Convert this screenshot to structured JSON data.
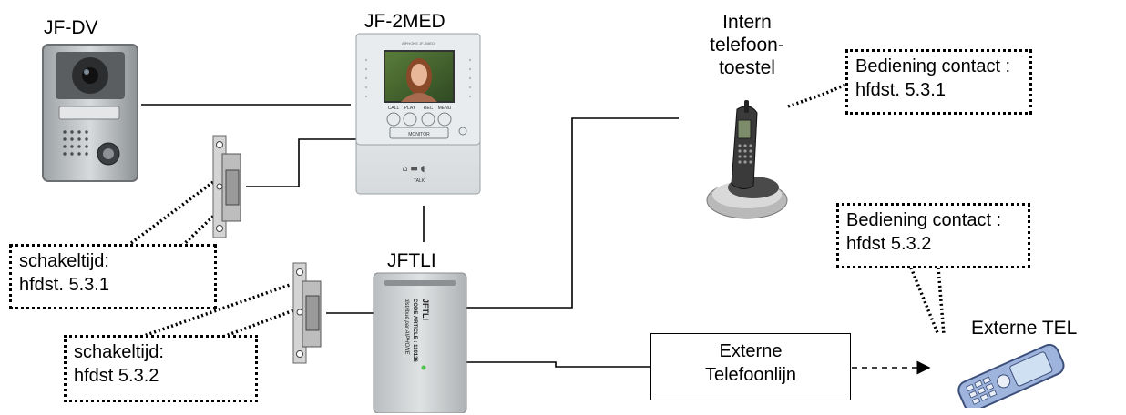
{
  "labels": {
    "jf_dv": "JF-DV",
    "jf_2med": "JF-2MED",
    "intern_line1": "Intern",
    "intern_line2": "telefoon-",
    "intern_line3": "toestel",
    "jftli": "JFTLI",
    "externe_tel": "Externe TEL"
  },
  "callouts": {
    "bediening_intern": {
      "line1": "Bediening contact :",
      "line2": "hfdst. 5.3.1"
    },
    "bediening_extern": {
      "line1": "Bediening contact :",
      "line2": "hfdst 5.3.2"
    },
    "schakeltijd_1": {
      "line1": "schakeltijd:",
      "line2": "hfdst. 5.3.1"
    },
    "schakeltijd_2": {
      "line1": "schakeltijd:",
      "line2": "hfdst 5.3.2"
    }
  },
  "phone_line_box": {
    "line1": "Externe",
    "line2": "Telefoonlijn"
  },
  "monitor": {
    "brand": "AIPHONE JF-2MED",
    "buttons": [
      "CALL",
      "PLAY",
      "REC",
      "MENU"
    ],
    "monitor_label": "MONITOR",
    "talk_label": "TALK"
  },
  "jftli_unit": {
    "line1": "JFTLI",
    "line2": "CODE ARTICLE : 110126",
    "line3": "distribué par AIPHONE"
  },
  "colors": {
    "line": "#000000",
    "device_grey": "#c8cbcd",
    "handset_dark": "#3a3a3a",
    "mobile_blue": "#9fb4dc"
  }
}
